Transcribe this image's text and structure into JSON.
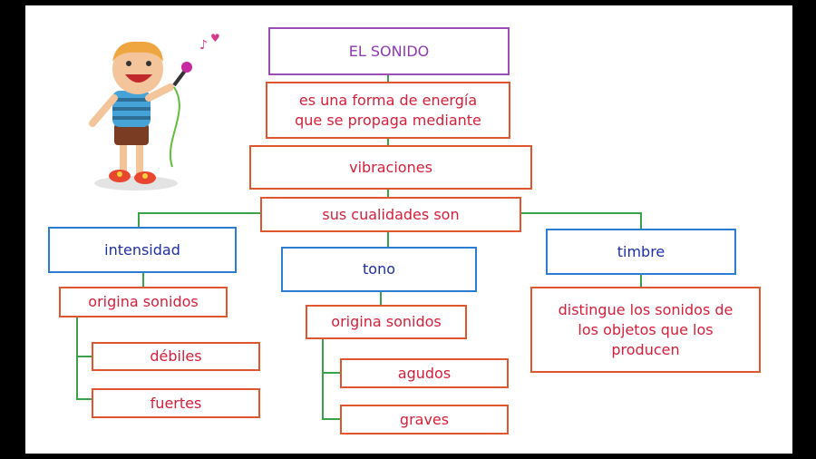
{
  "diagram": {
    "title": "EL SONIDO",
    "definition_line1": "es una forma de energía",
    "definition_line2": "que se propaga mediante",
    "vibraciones": "vibraciones",
    "cualidades": "sus cualidades son",
    "intensidad": {
      "label": "intensidad",
      "origina": "origina sonidos",
      "item1": "débiles",
      "item2": "fuertes"
    },
    "tono": {
      "label": "tono",
      "origina": "origina sonidos",
      "item1": "agudos",
      "item2": "graves"
    },
    "timbre": {
      "label": "timbre",
      "line1": "distingue los sonidos de",
      "line2": "los objetos que los",
      "line3": "producen"
    }
  },
  "colors": {
    "green_connector": "#3aa34a",
    "purple_border": "#9b4fb6",
    "orange_border": "#e0562e",
    "blue_border": "#2c7cd0",
    "red_text": "#d6203a",
    "blue_text": "#1e2fa8"
  },
  "illustration": "child-singing-icon"
}
